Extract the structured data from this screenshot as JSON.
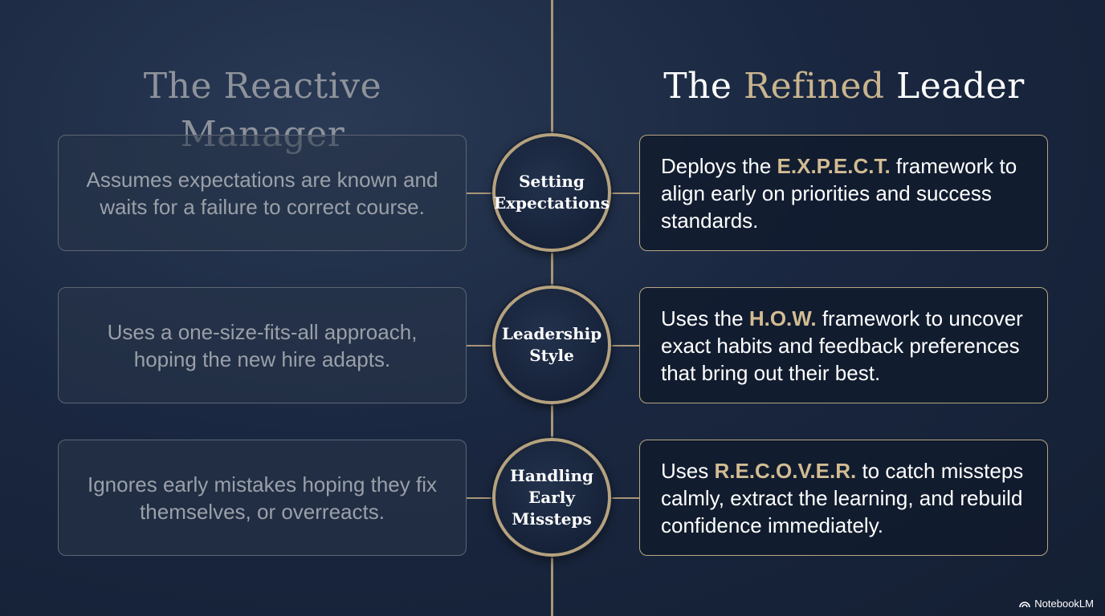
{
  "headings": {
    "left": "The Reactive Manager",
    "right_pre": "The ",
    "right_accent": "Refined",
    "right_post": " Leader"
  },
  "rows": [
    {
      "topic": "Setting Expectations",
      "manager": "Assumes expectations are known and waits for a failure to correct course.",
      "leader_pre": "Deploys the ",
      "leader_acronym": "E.X.P.E.C.T.",
      "leader_post": " framework to align early on priorities and success standards."
    },
    {
      "topic": "Leadership Style",
      "manager": "Uses a one-size-fits-all approach, hoping the new hire adapts.",
      "leader_pre": "Uses the ",
      "leader_acronym": "H.O.W.",
      "leader_post": " framework to uncover exact habits and feedback preferences that bring out their best."
    },
    {
      "topic": "Handling Early Missteps",
      "manager": "Ignores early mistakes hoping they fix themselves, or overreacts.",
      "leader_pre": "Uses ",
      "leader_acronym": "R.E.C.O.V.E.R.",
      "leader_post": " to catch missteps calmly, extract the learning, and rebuild confidence immediately."
    }
  ],
  "brand": {
    "label": "NotebookLM",
    "icon": "notebooklm-logo-icon"
  },
  "colors": {
    "accent": "#c9b48f",
    "background": "#1a2740",
    "left_text": "#9aa0a8",
    "right_border": "#b8a682"
  }
}
